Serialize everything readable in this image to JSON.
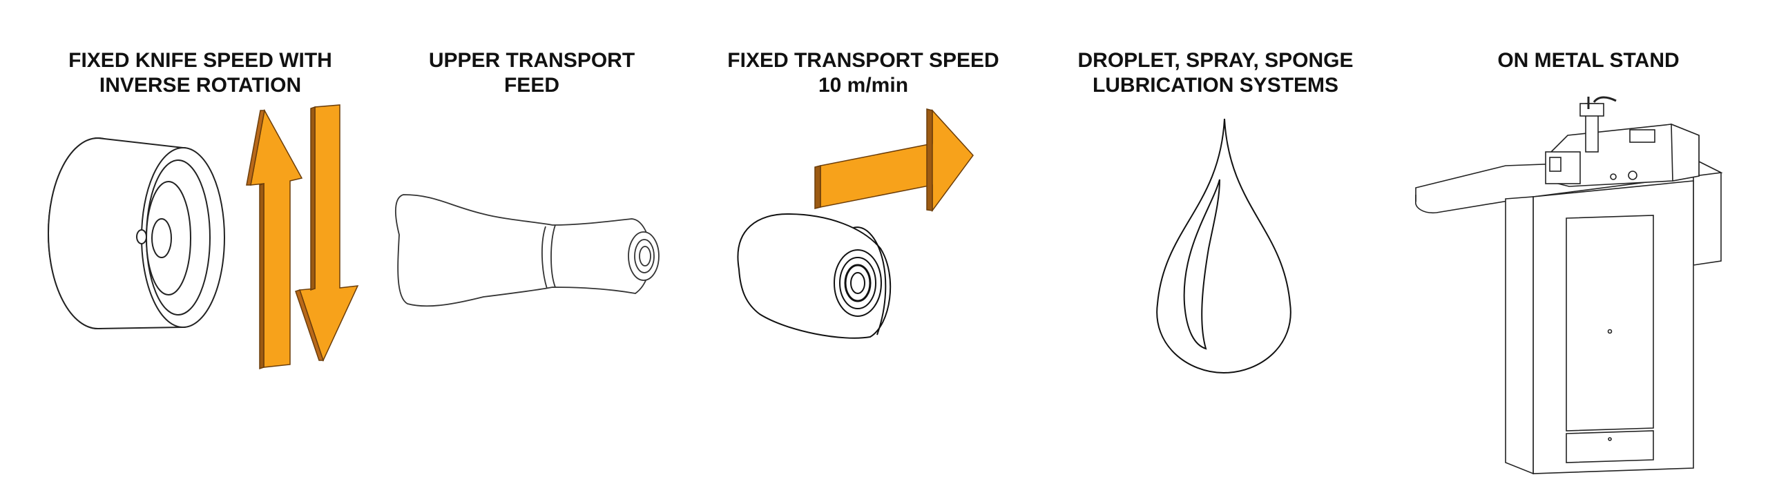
{
  "accent_color": "#F7A21B",
  "accent_dark": "#9C5A12",
  "line_color": "#222222",
  "features": [
    {
      "id": "knife",
      "title_lines": [
        "FIXED KNIFE SPEED WITH",
        "INVERSE ROTATION"
      ],
      "icon": "rotating-knife-with-up-down-arrows-icon"
    },
    {
      "id": "feed",
      "title_lines": [
        "UPPER TRANSPORT",
        "FEED"
      ],
      "icon": "transport-feed-roller-icon"
    },
    {
      "id": "speed",
      "title_lines": [
        "FIXED TRANSPORT SPEED",
        "10 m/min"
      ],
      "icon": "transport-wheel-with-arrow-icon"
    },
    {
      "id": "lube",
      "title_lines": [
        "DROPLET, SPRAY, SPONGE",
        "LUBRICATION SYSTEMS"
      ],
      "icon": "droplet-icon"
    },
    {
      "id": "stand",
      "title_lines": [
        "ON METAL STAND"
      ],
      "icon": "machine-on-metal-stand-icon"
    }
  ]
}
